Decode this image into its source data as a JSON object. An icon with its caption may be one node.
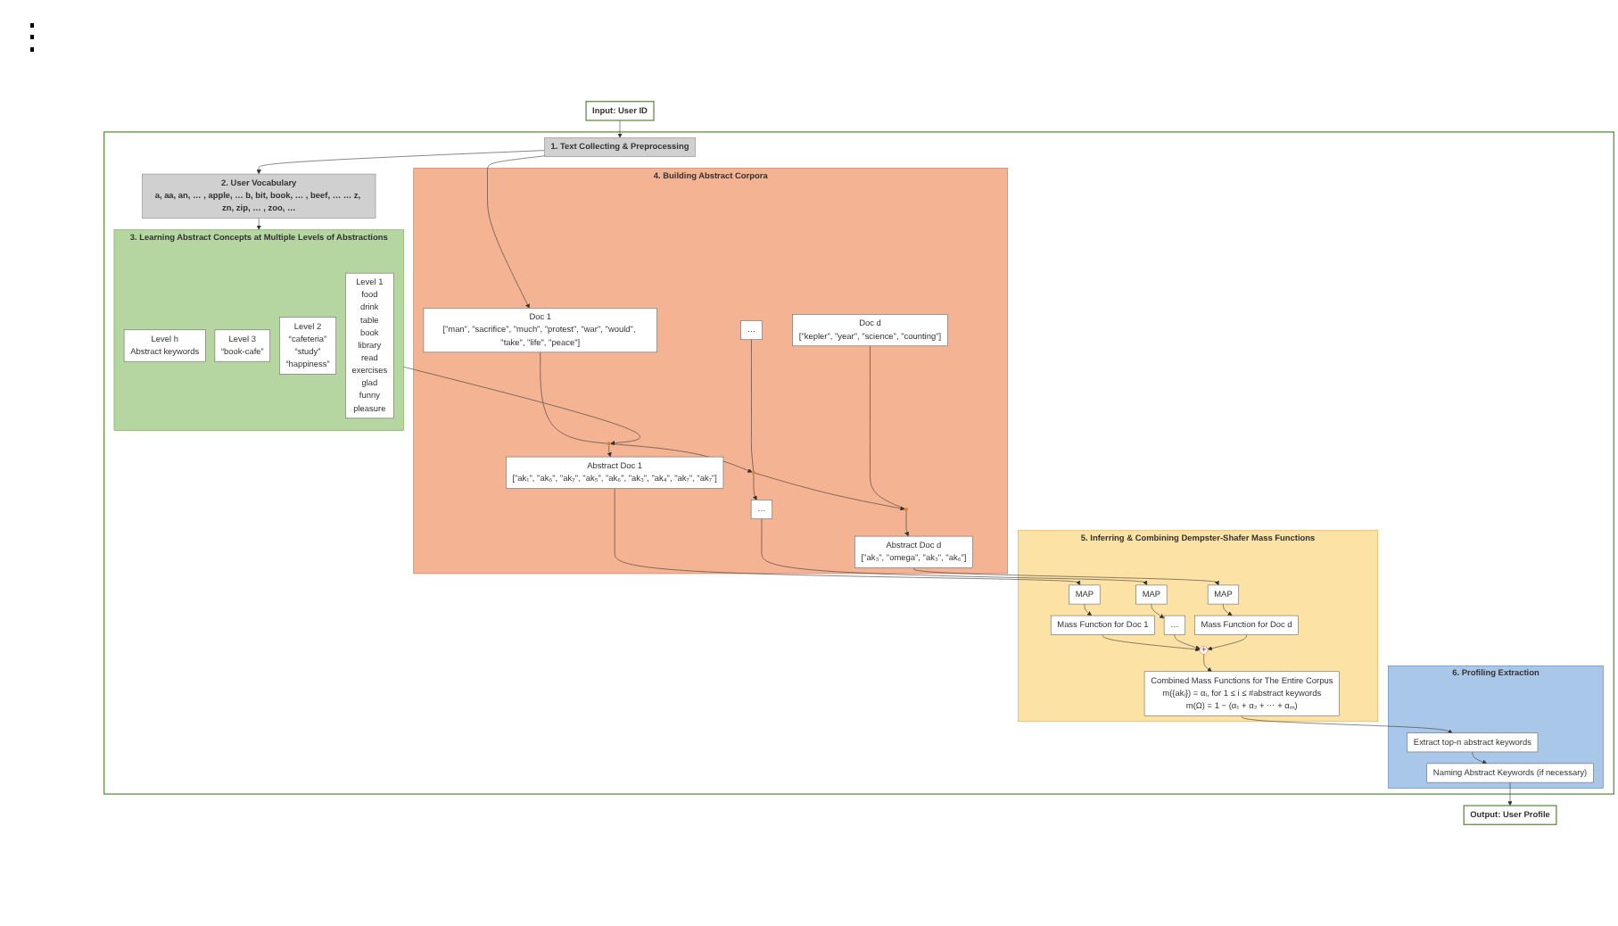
{
  "diagram": {
    "nodes": [
      {
        "text": [
          "Input: User ID"
        ]
      },
      {
        "text": [],
        "shape": "box"
      },
      {
        "text": [
          "1. Text Collecting & Preprocessing"
        ],
        "in": 1
      },
      {
        "text": [
          "2. User Vocabulary",
          "a, aa, an, … , apple, … b, bit, book, … , beef, … … z, zn, zip, … , zoo, …"
        ],
        "in": 1
      },
      {
        "text": [
          "3. Learning Abstract Concepts at Multiple Levels of Abstractions"
        ],
        "in": 1
      },
      {
        "text": [
          "Level h",
          "Abstract keywords"
        ],
        "in": 4
      },
      {
        "text": [
          "Level 3",
          "“book-cafe”"
        ],
        "in": 4
      },
      {
        "text": [
          "Level 2",
          "“cafeteria”",
          "“study”",
          "“happiness”"
        ],
        "in": 4
      },
      {
        "text": [
          "Level 1",
          "food",
          "drink",
          "table",
          "book",
          "library",
          "read",
          "exercises",
          "glad",
          "funny",
          "pleasure"
        ],
        "in": 4
      },
      {
        "text": [
          "4. Building Abstract Corpora"
        ],
        "in": 1
      },
      {
        "text": [
          "Doc 1",
          "[\"man\", \"sacrifice\", \"much\", \"protest\", \"war\", \"would\", \"take\", \"life\", \"peace\"]"
        ],
        "in": 9
      },
      {
        "text": [
          "…"
        ],
        "in": 9
      },
      {
        "text": [
          "Doc d",
          "[\"kepler\", \"year\", \"science\", \"counting\"]"
        ],
        "in": 9
      },
      {
        "text": [],
        "shape": "circle",
        "in": 9
      },
      {
        "text": [],
        "shape": "circle",
        "in": 9
      },
      {
        "text": [],
        "shape": "circle",
        "in": 9
      },
      {
        "text": [
          "Abstract Doc 1",
          "[\"ak₁\", \"ak₆\", \"ak₂\", \"ak₅\", \"ak₆\", \"ak₃\", \"ak₄\", \"ak₇\", \"ak₇\"]"
        ],
        "in": 9
      },
      {
        "text": [
          "…"
        ],
        "in": 9
      },
      {
        "text": [
          "Abstract Doc d",
          "[\"ak₃\", \"omega\", \"ak₃\", \"ak₆\"]"
        ],
        "in": 9
      },
      {
        "text": [
          "5. Inferring & Combining Dempster-Shafer Mass Functions"
        ],
        "in": 1
      },
      {
        "text": [
          "MAP"
        ],
        "in": 19
      },
      {
        "text": [
          "MAP"
        ],
        "in": 19
      },
      {
        "text": [
          "MAP"
        ],
        "in": 19
      },
      {
        "text": [
          "Mass Function for Doc 1"
        ],
        "in": 19
      },
      {
        "text": [
          "…"
        ],
        "in": 19
      },
      {
        "text": [
          "Mass Function for Doc d"
        ],
        "in": 19
      },
      {
        "text": [
          "+"
        ],
        "in": 19
      },
      {
        "text": [
          "Combined Mass Functions for The Entire Corpus",
          "m({akᵢ}) = αᵢ, for 1 ≤ i ≤ #abstract keywords",
          "m(Ω) = 1 − (α₁ + α₂ + ⋯ + αₘ)"
        ],
        "in": 19
      },
      {
        "text": [
          "6. Profiling Extraction"
        ],
        "in": 1
      },
      {
        "text": [
          "Extract top-n abstract keywords"
        ],
        "in": 28
      },
      {
        "text": [
          "Naming Abstract Keywords (if necessary)"
        ],
        "in": 28
      },
      {
        "text": [
          "Output: User Profile"
        ]
      }
    ],
    "edges": [
      {
        "from": 0,
        "to": 2,
        "arrow": "to"
      },
      {
        "from": 2,
        "to": 3,
        "arrow": "to"
      },
      {
        "from": 3,
        "to": 4,
        "arrow": "to"
      },
      {
        "from": 2,
        "to": 10,
        "arrow": "to"
      },
      {
        "from": 4,
        "to": 13,
        "arrow": "to"
      },
      {
        "from": 13,
        "to": 14,
        "arrow": "to"
      },
      {
        "from": 14,
        "to": 15,
        "arrow": "to"
      },
      {
        "from": 10,
        "to": 13,
        "arrow": "none"
      },
      {
        "from": 11,
        "to": 14,
        "arrow": "none"
      },
      {
        "from": 12,
        "to": 15,
        "arrow": "none"
      },
      {
        "from": 13,
        "to": 16,
        "arrow": "to"
      },
      {
        "from": 14,
        "to": 17,
        "arrow": "to"
      },
      {
        "from": 15,
        "to": 18,
        "arrow": "to"
      },
      {
        "from": 16,
        "to": 20,
        "arrow": "to"
      },
      {
        "from": 17,
        "to": 21,
        "arrow": "to"
      },
      {
        "from": 18,
        "to": 22,
        "arrow": "to"
      },
      {
        "from": 20,
        "to": 23,
        "arrow": "to"
      },
      {
        "from": 21,
        "to": 24,
        "arrow": "to"
      },
      {
        "from": 22,
        "to": 25,
        "arrow": "to"
      },
      {
        "from": 23,
        "to": 26,
        "arrow": "to"
      },
      {
        "from": 24,
        "to": 26,
        "arrow": "to"
      },
      {
        "from": 25,
        "to": 26,
        "arrow": "to"
      },
      {
        "from": 26,
        "to": 27,
        "arrow": "to"
      },
      {
        "from": 27,
        "to": 29,
        "arrow": "to"
      },
      {
        "from": 29,
        "to": 30,
        "arrow": "to"
      },
      {
        "from": 30,
        "to": 31,
        "arrow": "to"
      }
    ],
    "labels": [
      "⋮"
    ]
  }
}
